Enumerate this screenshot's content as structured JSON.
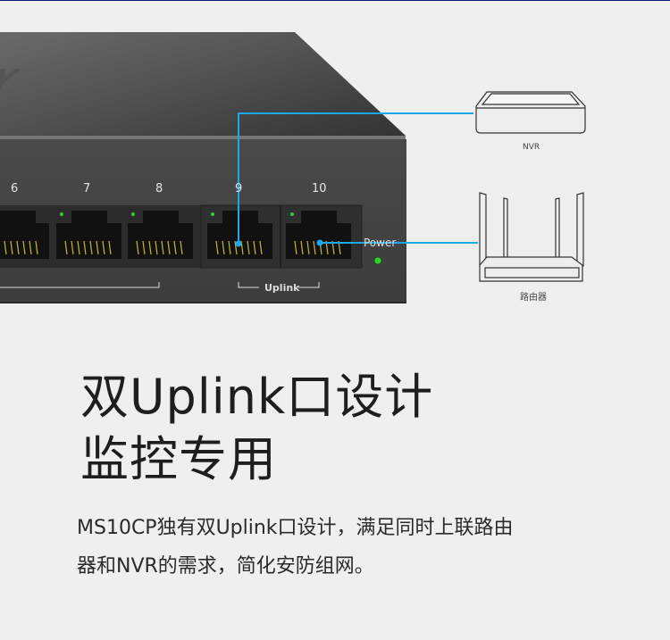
{
  "device": {
    "port_numbers": [
      "6",
      "7",
      "8",
      "9",
      "10"
    ],
    "uplink_label": "Uplink",
    "power_label": "Power",
    "brand_fragment": "RY"
  },
  "connected_devices": {
    "nvr_label": "NVR",
    "router_label": "路由器"
  },
  "colors": {
    "connector_line": "#1aa8e6",
    "led": "#2fd12f"
  },
  "headline": {
    "line1": "双Uplink口设计",
    "line2": "监控专用"
  },
  "description": {
    "line1": "MS10CP独有双Uplink口设计，满足同时上联路由",
    "line2": "器和NVR的需求，简化安防组网。"
  }
}
